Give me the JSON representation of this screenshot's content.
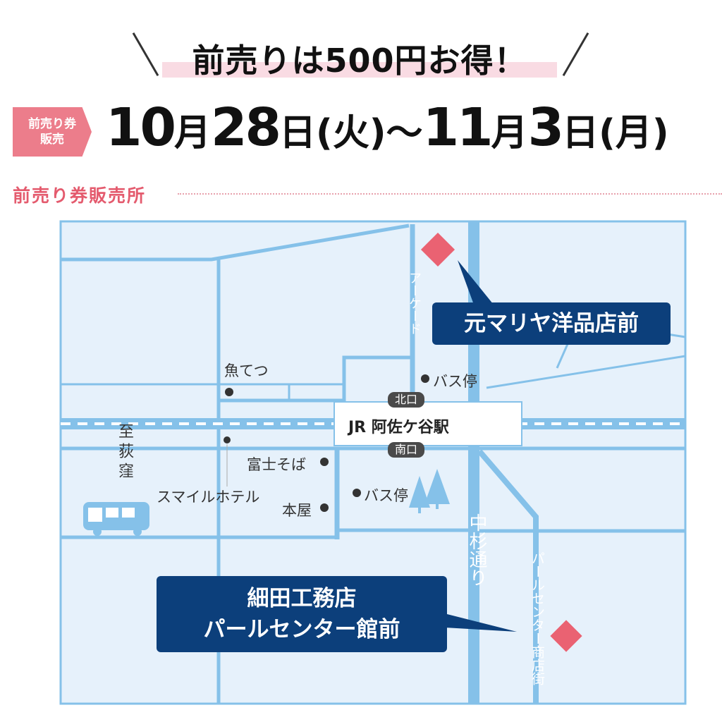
{
  "headline": "前売りは500円お得！",
  "sale_tag": {
    "line1": "前売り券",
    "line2": "販売"
  },
  "dates": {
    "start_month": "10",
    "start_day": "28",
    "start_weekday": "(火)",
    "sep": "〜",
    "end_month": "11",
    "end_day": "3",
    "end_weekday": "(月)",
    "month_unit": "月",
    "day_unit": "日"
  },
  "section_title": "前売り券販売所",
  "map": {
    "station": "JR 阿佐ケ谷駅",
    "north_exit": "北口",
    "south_exit": "南口",
    "places": [
      "魚てつ",
      "バス停",
      "富士そば",
      "スマイルホテル",
      "本屋",
      "バス停"
    ],
    "direction": "至荻窪",
    "streets": {
      "arcade": "アーケード",
      "nakasugi": "中杉通り",
      "pearl": "パールセンター商店街"
    },
    "venues": [
      {
        "name": "元マリヤ洋品店前"
      },
      {
        "name_line1": "細田工務店",
        "name_line2": "パールセンター館前"
      }
    ],
    "colors": {
      "road": "#85c1e9",
      "bg": "#e6f1fb",
      "marker": "#ea6272",
      "callout": "#0c3f7b"
    }
  }
}
